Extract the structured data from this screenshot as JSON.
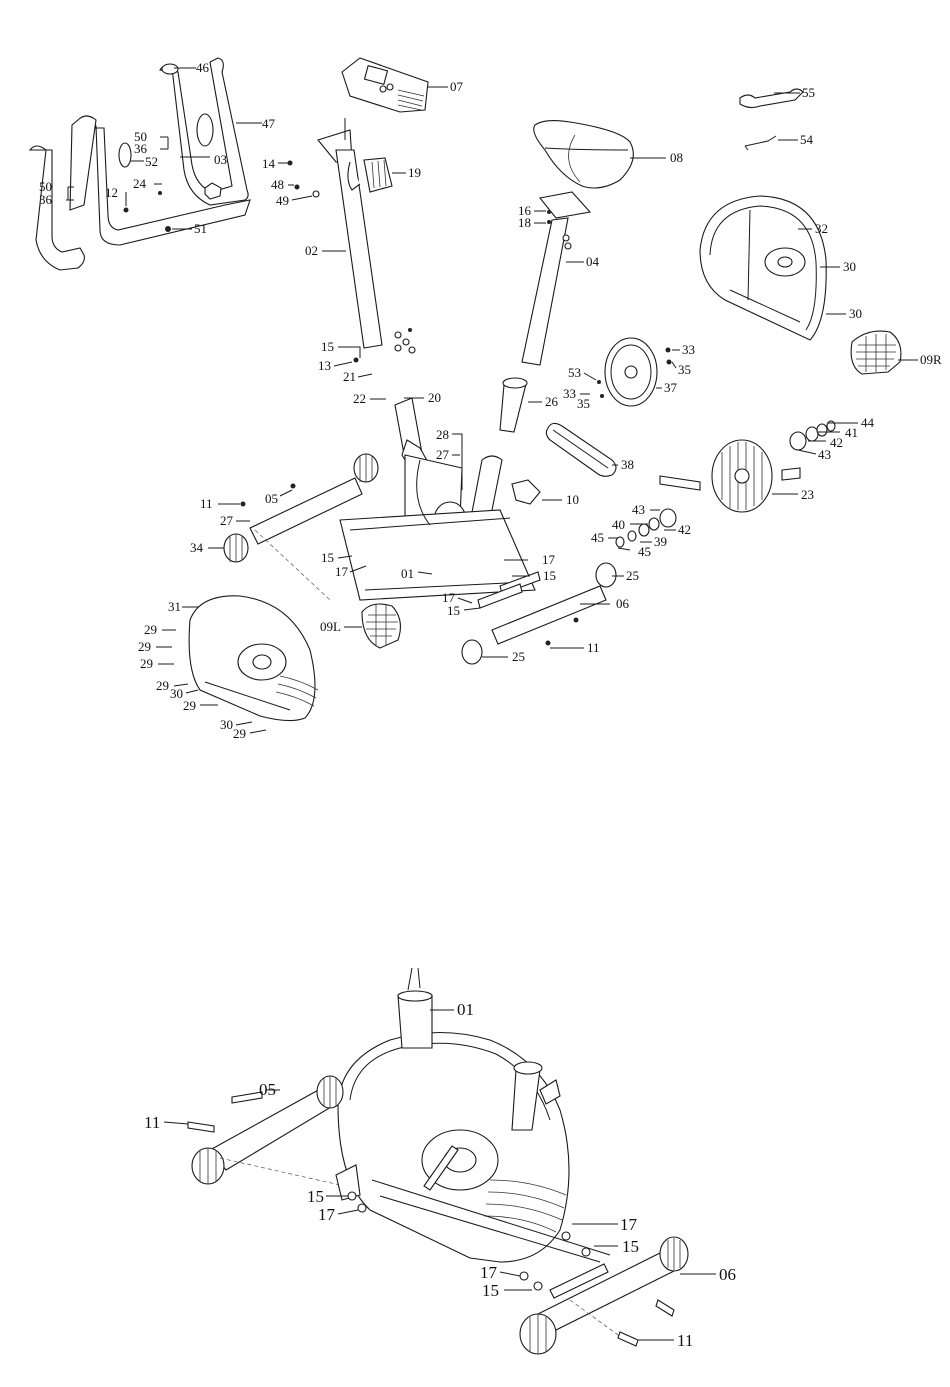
{
  "exploded_view": {
    "callouts": {
      "c46": "46",
      "c47": "47",
      "c50a": "50",
      "c36a": "36",
      "c52": "52",
      "c03": "03",
      "c50b": "50",
      "c36b": "36",
      "c12": "12",
      "c24": "24",
      "c51": "51",
      "c07": "07",
      "c14": "14",
      "c19": "19",
      "c48": "48",
      "c49": "49",
      "c02": "02",
      "c15a": "15",
      "c13": "13",
      "c21": "21",
      "c22": "22",
      "c20": "20",
      "c55": "55",
      "c54": "54",
      "c08": "08",
      "c16": "16",
      "c18": "18",
      "c04": "04",
      "c32": "32",
      "c30a": "30",
      "c30b": "30",
      "c09R": "09R",
      "c53": "53",
      "c33a": "33",
      "c35a": "35",
      "c33b": "33",
      "c35b": "35",
      "c37": "37",
      "c26": "26",
      "c28": "28",
      "c27a": "27",
      "c38": "38",
      "c10": "10",
      "c44": "44",
      "c41": "41",
      "c42a": "42",
      "c43a": "43",
      "c23": "23",
      "c43b": "43",
      "c40": "40",
      "c42b": "42",
      "c45a": "45",
      "c39": "39",
      "c45b": "45",
      "c11a": "11",
      "c05": "05",
      "c27b": "27",
      "c34": "34",
      "c15b": "15",
      "c17a": "17",
      "c01": "01",
      "c17b": "17",
      "c15c": "15",
      "c25a": "25",
      "c17c": "17",
      "c15d": "15",
      "c06": "06",
      "c31": "31",
      "c09L": "09L",
      "c11b": "11",
      "c25b": "25",
      "c29a": "29",
      "c29b": "29",
      "c29c": "29",
      "c29d": "29",
      "c30c": "30",
      "c29e": "29",
      "c30d": "30",
      "c29f": "29"
    }
  },
  "assembly_view": {
    "callouts": {
      "c01": "01",
      "c05": "05",
      "c11a": "11",
      "c15a": "15",
      "c17a": "17",
      "c17b": "17",
      "c15b": "15",
      "c06": "06",
      "c17c": "17",
      "c15c": "15",
      "c11b": "11"
    }
  }
}
